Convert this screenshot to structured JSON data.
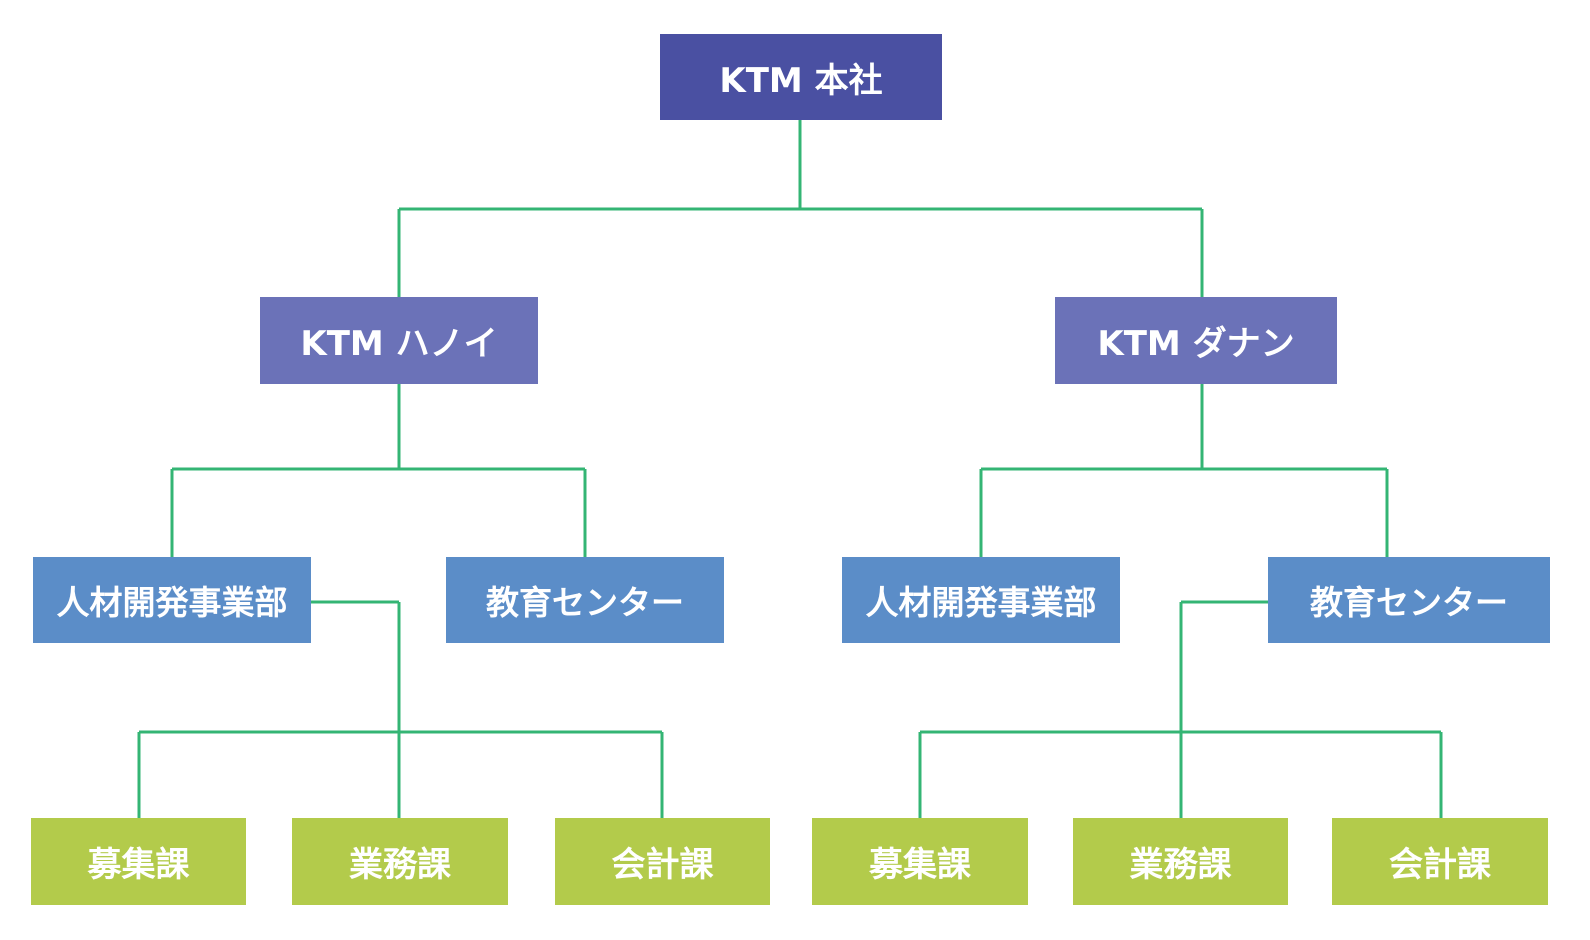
{
  "org_chart": {
    "root": {
      "label": "KTM 本社"
    },
    "branches": [
      {
        "label": "KTM ハノイ",
        "departments": [
          {
            "label": "人材開発事業部",
            "sections": [
              {
                "label": "募集課"
              },
              {
                "label": "業務課"
              },
              {
                "label": "会計課"
              }
            ]
          },
          {
            "label": "教育センター"
          }
        ]
      },
      {
        "label": "KTM ダナン",
        "departments": [
          {
            "label": "人材開発事業部"
          },
          {
            "label": "教育センター",
            "sections": [
              {
                "label": "募集課"
              },
              {
                "label": "業務課"
              },
              {
                "label": "会計課"
              }
            ]
          }
        ]
      }
    ]
  },
  "colors": {
    "level1_fill": "#4A50A2",
    "level2_fill": "#6B72B8",
    "level3_fill": "#5B8DC8",
    "level4_fill": "#B3CB4B",
    "connector": "#34B574",
    "text": "#FFFFFF",
    "background": "#FFFFFF"
  }
}
